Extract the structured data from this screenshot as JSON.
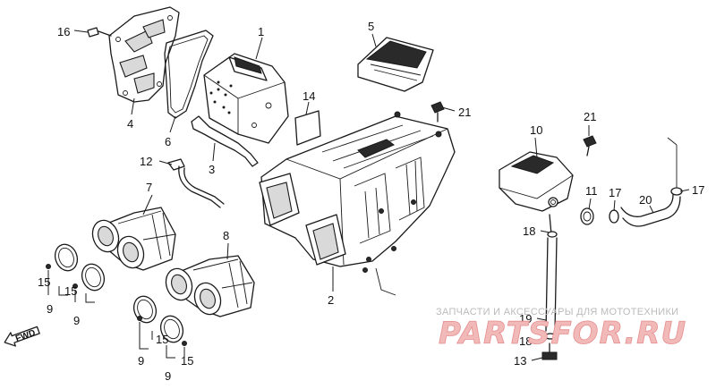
{
  "callouts": [
    {
      "id": "l1",
      "text": "1"
    },
    {
      "id": "l2",
      "text": "2"
    },
    {
      "id": "l3",
      "text": "3"
    },
    {
      "id": "l4",
      "text": "4"
    },
    {
      "id": "l5",
      "text": "5"
    },
    {
      "id": "l6",
      "text": "6"
    },
    {
      "id": "l7",
      "text": "7"
    },
    {
      "id": "l8",
      "text": "8"
    },
    {
      "id": "l9a",
      "text": "9"
    },
    {
      "id": "l9b",
      "text": "9"
    },
    {
      "id": "l9c",
      "text": "9"
    },
    {
      "id": "l9d",
      "text": "9"
    },
    {
      "id": "l10",
      "text": "10"
    },
    {
      "id": "l11",
      "text": "11"
    },
    {
      "id": "l12",
      "text": "12"
    },
    {
      "id": "l13",
      "text": "13"
    },
    {
      "id": "l14",
      "text": "14"
    },
    {
      "id": "l15a",
      "text": "15"
    },
    {
      "id": "l15b",
      "text": "15"
    },
    {
      "id": "l15c",
      "text": "15"
    },
    {
      "id": "l15d",
      "text": "15"
    },
    {
      "id": "l16",
      "text": "16"
    },
    {
      "id": "l17a",
      "text": "17"
    },
    {
      "id": "l17b",
      "text": "17"
    },
    {
      "id": "l18a",
      "text": "18"
    },
    {
      "id": "l18b",
      "text": "18"
    },
    {
      "id": "l19",
      "text": "19"
    },
    {
      "id": "l20",
      "text": "20"
    },
    {
      "id": "l21a",
      "text": "21"
    },
    {
      "id": "l21b",
      "text": "21"
    }
  ],
  "direction_marker": {
    "text": "FWD"
  },
  "watermark": {
    "tagline": "ЗАПЧАСТИ И АКСЕССУАРЫ ДЛЯ МОТОТЕХНИКИ",
    "logo": "PARTSFOR.RU"
  },
  "colors": {
    "line": "#1a1a1a",
    "watermark_logo": "#f2b9b9"
  }
}
